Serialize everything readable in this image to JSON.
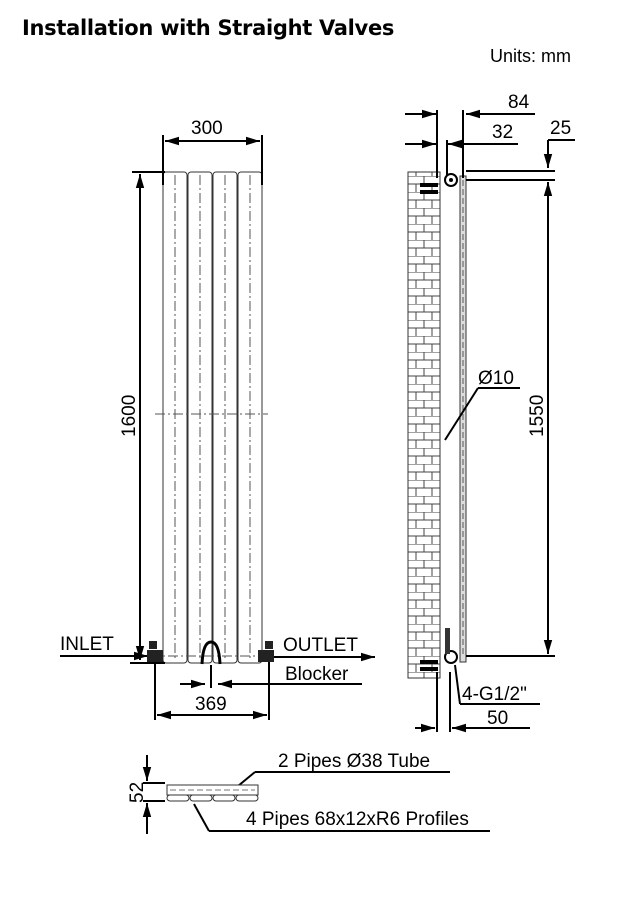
{
  "title": "Installation with Straight Valves",
  "units": "Units: mm",
  "front_view": {
    "width_label": "300",
    "height_label": "1600",
    "inlet_label": "INLET",
    "outlet_label": "OUTLET",
    "blocker_label": "Blocker",
    "pipe_centres_label": "369"
  },
  "side_view": {
    "depth_label": "84",
    "bracket_label": "32",
    "top_offset_label": "25",
    "bracket_height_label": "1550",
    "diameter_label": "Ø10",
    "connection_label": "4-G1/2\"",
    "bottom_label": "50"
  },
  "section": {
    "thickness_label": "52",
    "tube_label": "2 Pipes Ø38 Tube",
    "profile_label": "4 Pipes 68x12xR6 Profiles"
  }
}
